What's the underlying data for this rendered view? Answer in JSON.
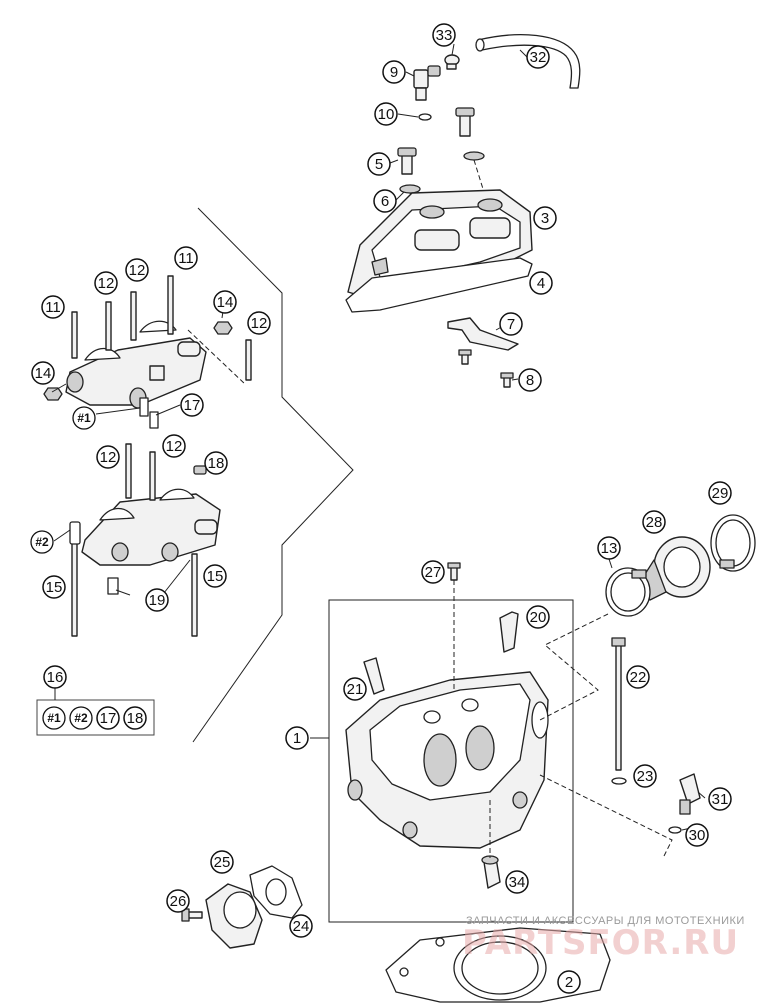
{
  "callouts": {
    "c1": "1",
    "c2": "2",
    "c3": "3",
    "c4": "4",
    "c5": "5",
    "c6": "6",
    "c7": "7",
    "c8": "8",
    "c9": "9",
    "c10": "10",
    "c11a": "11",
    "c11b": "11",
    "c12a": "12",
    "c12b": "12",
    "c12c": "12",
    "c12d": "12",
    "c12e": "12",
    "c13": "13",
    "c14a": "14",
    "c14b": "14",
    "c15a": "15",
    "c15b": "15",
    "c16": "16",
    "c17": "17",
    "c18": "18",
    "c19": "19",
    "c20": "20",
    "c21": "21",
    "c22": "22",
    "c23": "23",
    "c24": "24",
    "c25": "25",
    "c26": "26",
    "c27": "27",
    "c28": "28",
    "c29": "29",
    "c30": "30",
    "c31": "31",
    "c32": "32",
    "c33": "33",
    "c34": "34",
    "h1": "#1",
    "h2": "#2"
  },
  "kit": {
    "items": [
      "#1",
      "#2",
      "17",
      "18"
    ]
  },
  "watermark": {
    "tagline": "ЗАПЧАСТИ И АКСЕССУАРЫ ДЛЯ МОТОТЕХНИКИ",
    "logo": "PARTSFOR.RU"
  },
  "colors": {
    "line": "#222222",
    "part_fill": "#f2f2f2",
    "watermark_logo": "#e8a9a9",
    "watermark_text": "#9a9a9a"
  }
}
